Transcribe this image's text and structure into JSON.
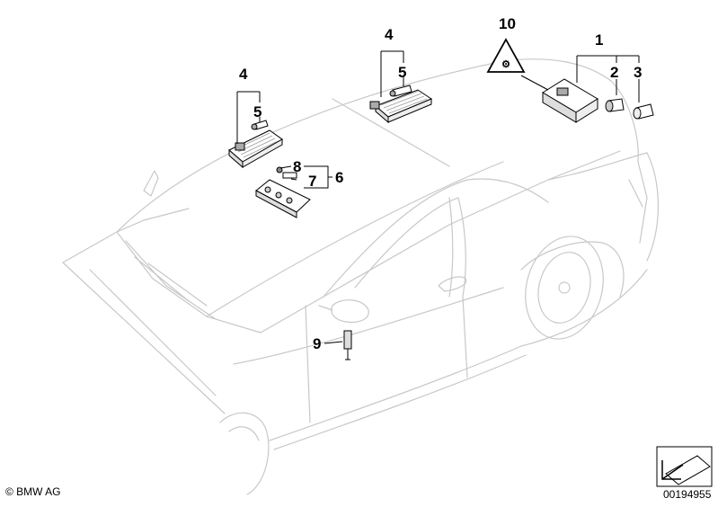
{
  "callouts": {
    "c1": "1",
    "c2": "2",
    "c3": "3",
    "c4_left": "4",
    "c4_mid": "4",
    "c5_left": "5",
    "c5_mid": "5",
    "c6": "6",
    "c7": "7",
    "c8": "8",
    "c9": "9",
    "c10": "10"
  },
  "footer": {
    "copyright": "© BMW AG",
    "diagram_number": "00194955"
  },
  "icons": {
    "warning": "warning-triangle-icon",
    "navigation": "arrow-nav-icon"
  }
}
